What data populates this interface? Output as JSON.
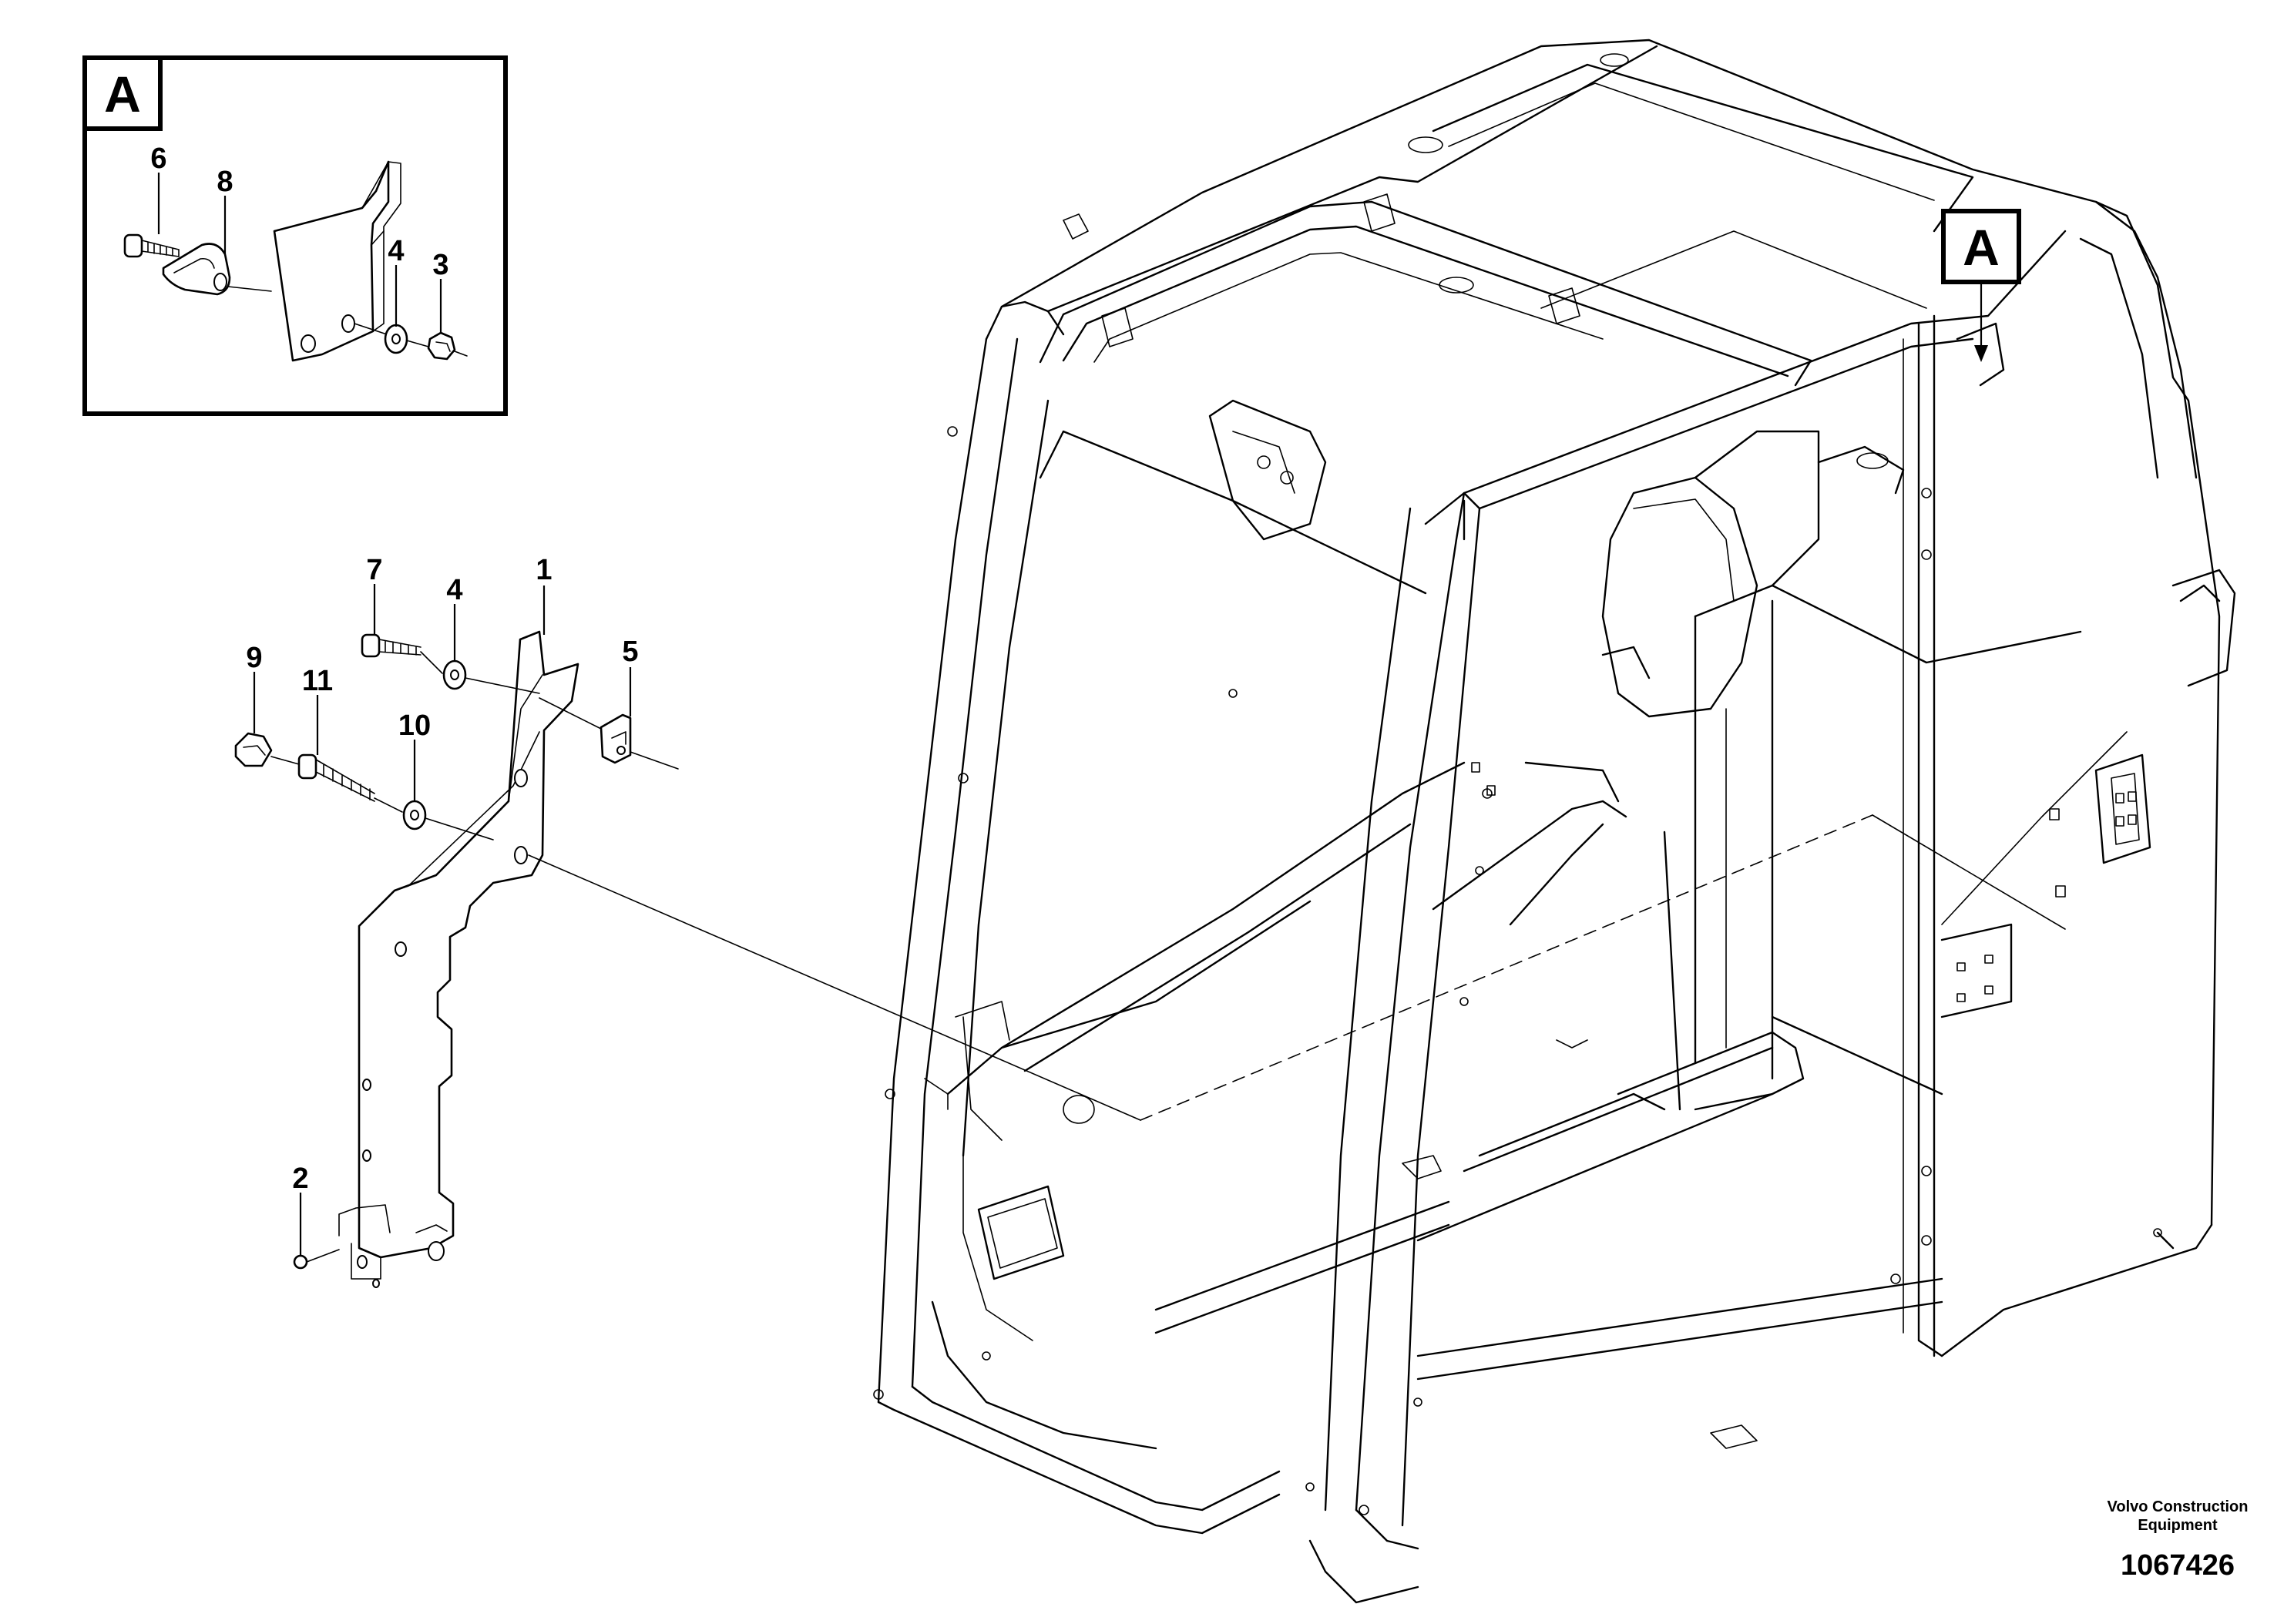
{
  "detail_view": {
    "letter": "A",
    "callouts": {
      "screw": "6",
      "clip": "8",
      "washer": "4",
      "nut": "3"
    }
  },
  "main_view": {
    "letter": "A",
    "callouts": {
      "bracket": "1",
      "small_nut": "2",
      "nut_outer": "9",
      "bolt_long": "11",
      "washer_lower": "10",
      "screw_upper": "7",
      "washer_upper": "4",
      "clip_nut": "5"
    }
  },
  "publisher": {
    "line1": "Volvo Construction",
    "line2": "Equipment"
  },
  "illustration_number": "1067426"
}
